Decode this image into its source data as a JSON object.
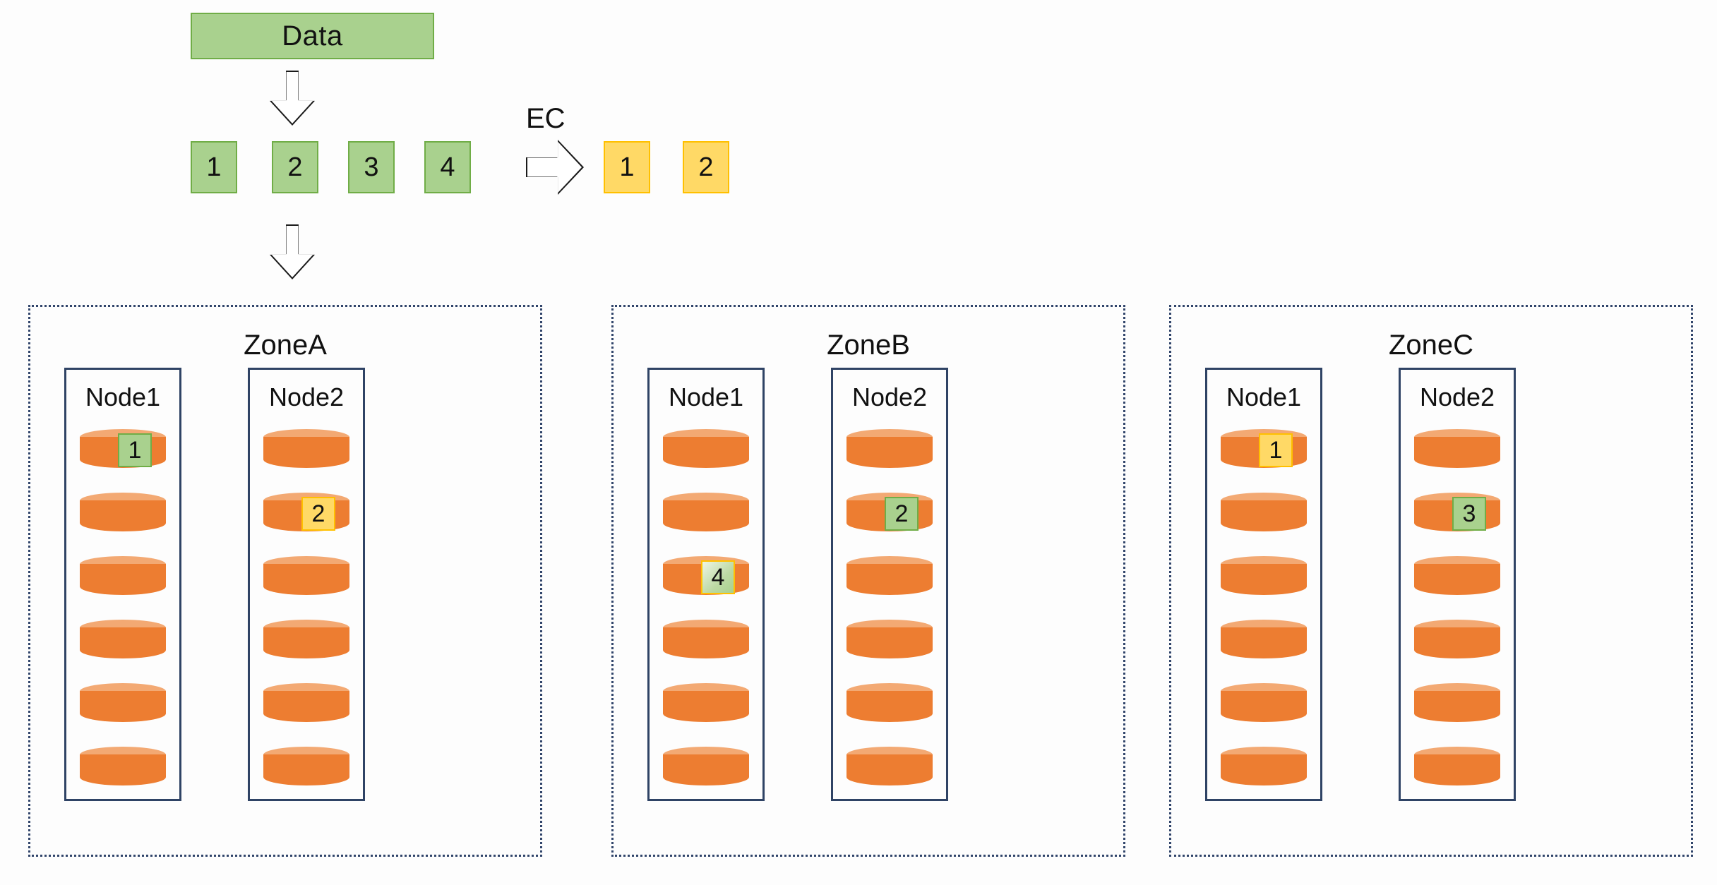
{
  "diagram": {
    "title_box": {
      "label": "Data"
    },
    "ec_label": "EC",
    "source_chunks": [
      {
        "label": "1",
        "kind": "data"
      },
      {
        "label": "2",
        "kind": "data"
      },
      {
        "label": "3",
        "kind": "data"
      },
      {
        "label": "4",
        "kind": "data"
      }
    ],
    "parity_chunks": [
      {
        "label": "1",
        "kind": "parity"
      },
      {
        "label": "2",
        "kind": "parity"
      }
    ],
    "arrows": [
      {
        "name": "arrow-data-to-chunks",
        "direction": "down"
      },
      {
        "name": "arrow-ec-transform",
        "direction": "right"
      },
      {
        "name": "arrow-chunks-to-zones",
        "direction": "down"
      }
    ],
    "zones": [
      {
        "label": "ZoneA",
        "nodes": [
          {
            "label": "Node1",
            "disks": [
              {
                "chunk": {
                  "label": "1",
                  "kind": "data"
                }
              },
              {
                "chunk": null
              },
              {
                "chunk": null
              },
              {
                "chunk": null
              },
              {
                "chunk": null
              },
              {
                "chunk": null
              }
            ]
          },
          {
            "label": "Node2",
            "disks": [
              {
                "chunk": null
              },
              {
                "chunk": {
                  "label": "2",
                  "kind": "parity"
                }
              },
              {
                "chunk": null
              },
              {
                "chunk": null
              },
              {
                "chunk": null
              },
              {
                "chunk": null
              }
            ]
          }
        ]
      },
      {
        "label": "ZoneB",
        "nodes": [
          {
            "label": "Node1",
            "disks": [
              {
                "chunk": null
              },
              {
                "chunk": null
              },
              {
                "chunk": {
                  "label": "4",
                  "kind": "data-highlight"
                }
              },
              {
                "chunk": null
              },
              {
                "chunk": null
              },
              {
                "chunk": null
              }
            ]
          },
          {
            "label": "Node2",
            "disks": [
              {
                "chunk": null
              },
              {
                "chunk": {
                  "label": "2",
                  "kind": "data"
                }
              },
              {
                "chunk": null
              },
              {
                "chunk": null
              },
              {
                "chunk": null
              },
              {
                "chunk": null
              }
            ]
          }
        ]
      },
      {
        "label": "ZoneC",
        "nodes": [
          {
            "label": "Node1",
            "disks": [
              {
                "chunk": {
                  "label": "1",
                  "kind": "parity"
                }
              },
              {
                "chunk": null
              },
              {
                "chunk": null
              },
              {
                "chunk": null
              },
              {
                "chunk": null
              },
              {
                "chunk": null
              }
            ]
          },
          {
            "label": "Node2",
            "disks": [
              {
                "chunk": null
              },
              {
                "chunk": {
                  "label": "3",
                  "kind": "data"
                }
              },
              {
                "chunk": null
              },
              {
                "chunk": null
              },
              {
                "chunk": null
              },
              {
                "chunk": null
              }
            ]
          }
        ]
      }
    ],
    "colors": {
      "data_chunk_fill": "#a9d18e",
      "data_chunk_border": "#70ad47",
      "parity_chunk_fill": "#ffd966",
      "parity_chunk_border": "#ffc000",
      "disk_body": "#ed7d31",
      "disk_top": "#f3a973",
      "zone_border": "#31456b",
      "node_border": "#2f4365",
      "text": "#111111"
    }
  }
}
